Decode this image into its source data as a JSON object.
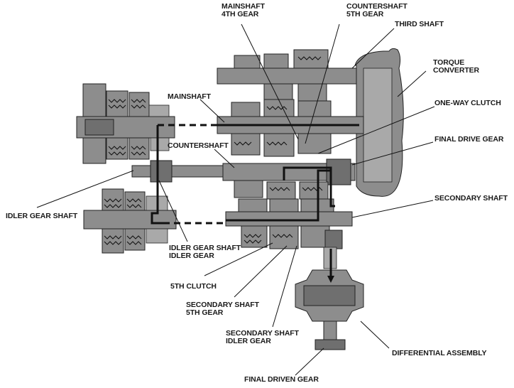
{
  "labels": {
    "mainshaft_4th_gear": [
      "MAINSHAFT",
      "4TH GEAR"
    ],
    "countershaft_5th_gear": [
      "COUNTERSHAFT",
      "5TH GEAR"
    ],
    "third_shaft": [
      "THIRD SHAFT"
    ],
    "torque_converter": [
      "TORQUE",
      "CONVERTER"
    ],
    "mainshaft": [
      "MAINSHAFT"
    ],
    "one_way_clutch": [
      "ONE-WAY CLUTCH"
    ],
    "countershaft": [
      "COUNTERSHAFT"
    ],
    "final_drive_gear": [
      "FINAL DRIVE GEAR"
    ],
    "idler_gear_shaft": [
      "IDLER GEAR SHAFT"
    ],
    "secondary_shaft": [
      "SECONDARY SHAFT"
    ],
    "idler_gear_shaft_idler_gear": [
      "IDLER GEAR SHAFT",
      "IDLER GEAR"
    ],
    "fifth_clutch": [
      "5TH CLUTCH"
    ],
    "secondary_shaft_5th_gear": [
      "SECONDARY SHAFT",
      "5TH GEAR"
    ],
    "secondary_shaft_idler_gear": [
      "SECONDARY SHAFT",
      "IDLER GEAR"
    ],
    "differential_assembly": [
      "DIFFERENTIAL ASSEMBLY"
    ],
    "final_driven_gear": [
      "FINAL DRIVEN GEAR"
    ]
  }
}
